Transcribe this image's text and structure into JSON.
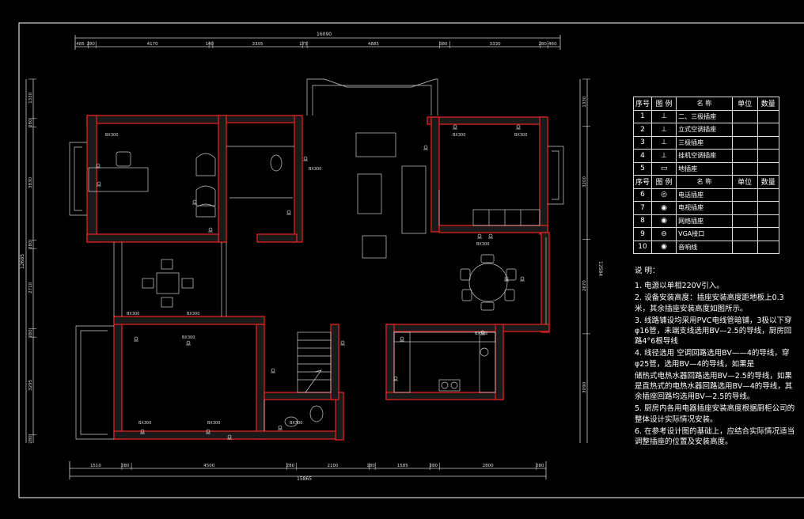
{
  "dimensions": {
    "top_total": "16090",
    "top_segments": [
      "485",
      "280",
      "4170",
      "140",
      "3305",
      "175",
      "4885",
      "380",
      "3330",
      "280",
      "460"
    ],
    "bottom_total": "15865",
    "bottom_segments": [
      "1510",
      "280",
      "4500",
      "280",
      "2100",
      "180",
      "1585",
      "280",
      "2800",
      "280"
    ],
    "left_total": "12685",
    "left_segments": [
      "1330",
      "280",
      "3830",
      "280",
      "2710",
      "280",
      "3295",
      "280"
    ],
    "right_total": "12584",
    "right_segments": [
      "1330",
      "3200",
      "2670",
      "3090"
    ]
  },
  "room_labels": {
    "r1": "BX300",
    "r2": "BX300",
    "r3": "BX300",
    "r4": "BX300",
    "r5": "BX300",
    "r6": "BX300",
    "r7": "BX300",
    "r8": "BX300",
    "r9": "BX300",
    "r10": "BX300",
    "r11": "BX300",
    "r12": "BX300"
  },
  "legend": {
    "header": {
      "no": "序号",
      "symbol": "图 例",
      "name": "名 称",
      "unit": "单位",
      "qty": "数量"
    },
    "rows_a": [
      {
        "no": "1",
        "name": "二、三极插座",
        "sym": "⊥"
      },
      {
        "no": "2",
        "name": "立式空调插座",
        "sym": "⊥"
      },
      {
        "no": "3",
        "name": "三极插座",
        "sym": "⊥"
      },
      {
        "no": "4",
        "name": "挂机空调插座",
        "sym": "⊥"
      },
      {
        "no": "5",
        "name": "地插座",
        "sym": "▭"
      }
    ],
    "rows_b": [
      {
        "no": "6",
        "name": "电话插座",
        "sym": "◎"
      },
      {
        "no": "7",
        "name": "电视插座",
        "sym": "◉"
      },
      {
        "no": "8",
        "name": "网络插座",
        "sym": "◉"
      },
      {
        "no": "9",
        "name": "VGA接口",
        "sym": "⊖"
      },
      {
        "no": "10",
        "name": "音响线",
        "sym": "◉"
      }
    ]
  },
  "notes": {
    "title": "说 明：",
    "items": [
      "1. 电源以单相220V引入。",
      "2. 设备安装高度：插座安装高度距地板上0.3米，其余插座安装高度如图所示。",
      "3. 线路铺设均采用PVC电线管暗铺，3极以下穿φ16管，未端支线选用BV—2.5的导线，厨房回路4°6根导线",
      "4. 线径选用 空调回路选用BV——4的导线，穿φ25管，选用BV—4的导线，如果是",
      "储热式电热水器回路选用BV—2.5的导线，如果是直热式的电热水器回路选用BV—4的导线，其余插座回路均选用BV—2.5的导线。",
      "5. 厨房内各用电器插座安装高度根据厨柜公司的整体设计实际情况安装。",
      "6. 在参考设计图的基础上，应结合实际情况适当调整插座的位置及安装高度。"
    ]
  }
}
